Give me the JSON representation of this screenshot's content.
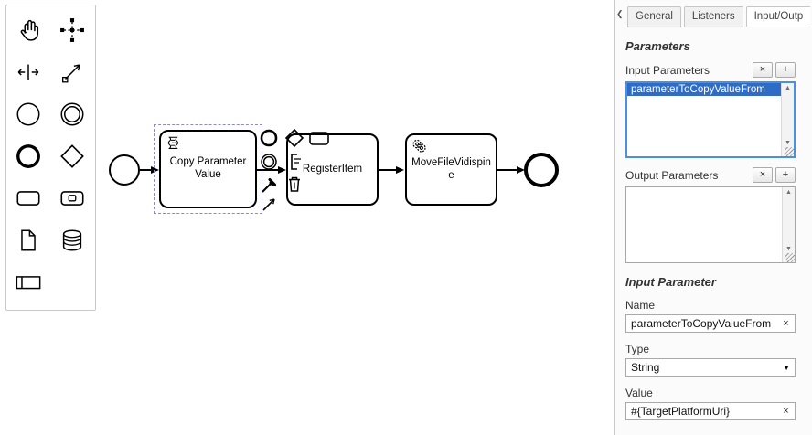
{
  "ui": {
    "scroll_up": "▲",
    "scroll_down": "▼",
    "collapse": "❮"
  },
  "colors": {
    "selection_stroke": "#8a8ad0",
    "list_selection_bg": "#2e6cc7",
    "focus_border": "#4a90e2",
    "tab_accent": "#57ab57"
  },
  "palette": {
    "items": [
      "hand-tool",
      "lasso-tool",
      "space-tool",
      "global-connect-tool",
      "create-start-event",
      "create-intermediate-event",
      "create-end-event",
      "create-gateway",
      "create-task",
      "create-subprocess",
      "create-data-object",
      "create-data-store",
      "create-participant"
    ]
  },
  "canvas": {
    "tasks": [
      {
        "label": "Copy Parameter Value",
        "marker": "script",
        "selected": true
      },
      {
        "label": "RegisterItem",
        "marker": "none"
      },
      {
        "label": "MoveFileVidispine",
        "marker": "service"
      }
    ]
  },
  "panel": {
    "tabs": [
      {
        "label": "General"
      },
      {
        "label": "Listeners"
      },
      {
        "label": "Input/Outp"
      }
    ],
    "parameters": {
      "heading": "Parameters",
      "input": {
        "label": "Input Parameters",
        "remove": "×",
        "add": "+",
        "items": [
          "parameterToCopyValueFrom"
        ]
      },
      "output": {
        "label": "Output Parameters",
        "remove": "×",
        "add": "+",
        "items": []
      }
    },
    "detail": {
      "heading": "Input Parameter",
      "name": {
        "label": "Name",
        "value": "parameterToCopyValueFrom",
        "clear": "×"
      },
      "type": {
        "label": "Type",
        "value": "String",
        "arrow": "▼"
      },
      "value": {
        "label": "Value",
        "value": "#{TargetPlatformUri}",
        "clear": "×"
      }
    }
  }
}
